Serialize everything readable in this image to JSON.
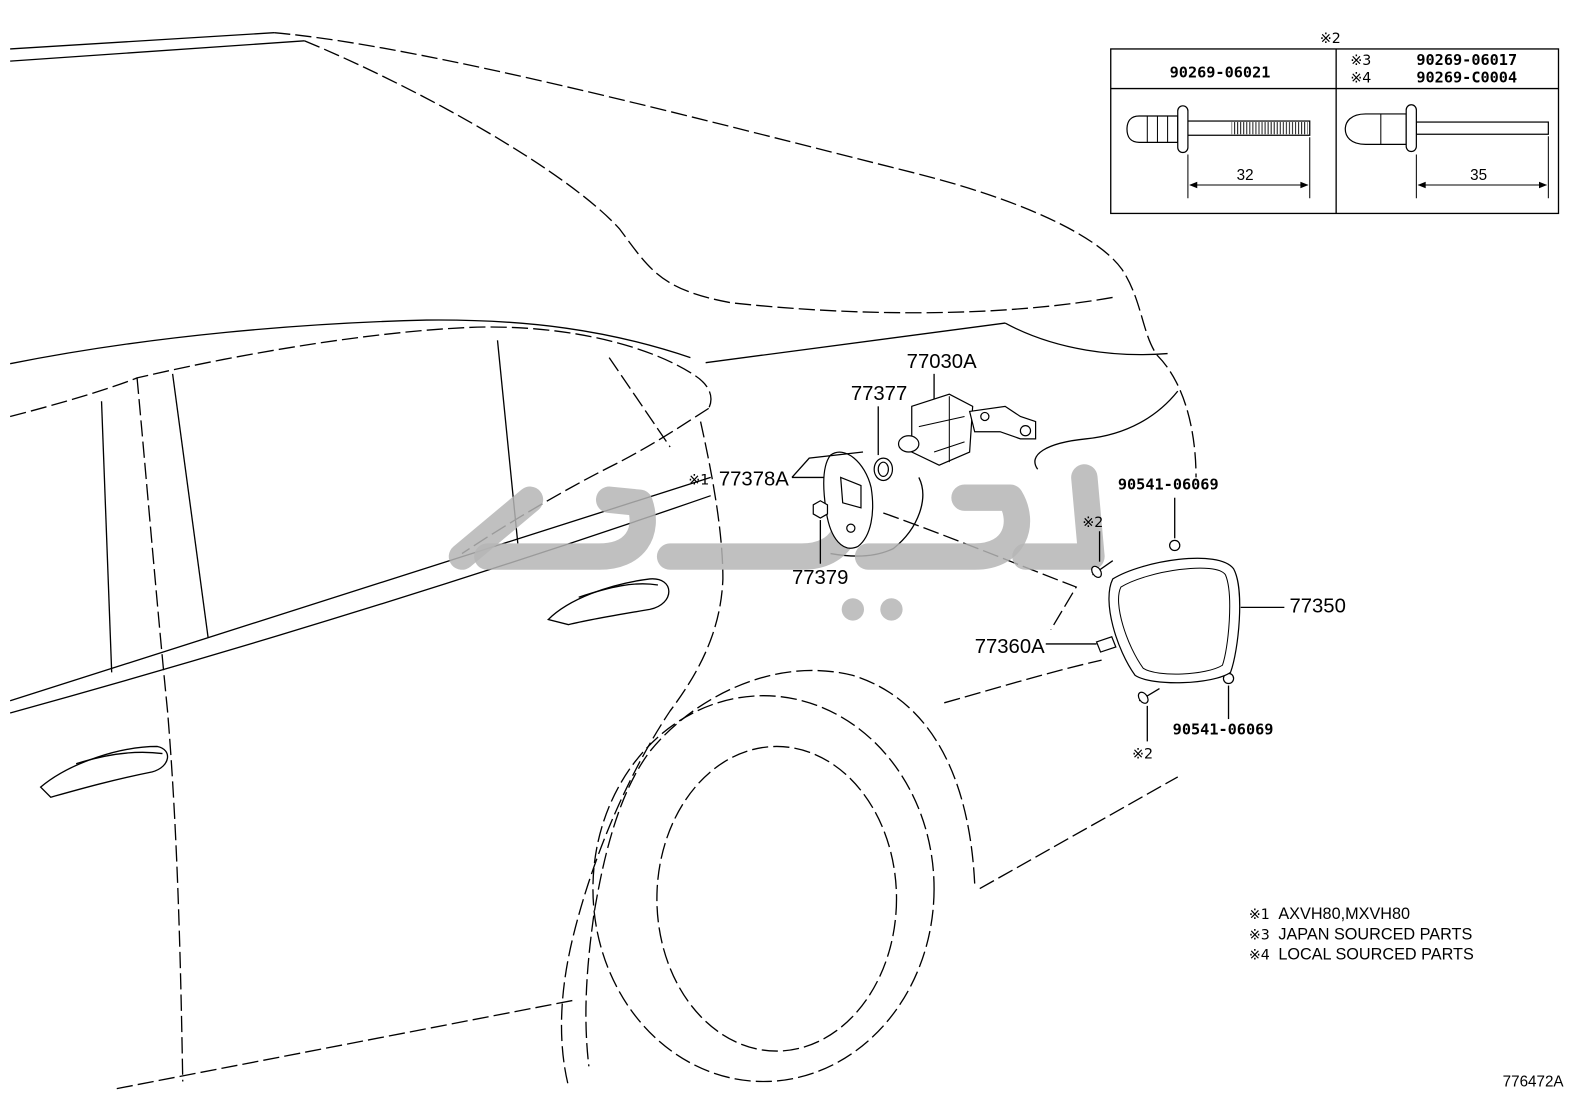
{
  "colors": {
    "line": "#000000",
    "background": "#ffffff",
    "watermark": "#b5b5b5"
  },
  "rivet_table": {
    "note_mark": "※2",
    "left": {
      "part_number": "90269-06021",
      "length": "32"
    },
    "right": {
      "variants": [
        {
          "mark": "※3",
          "part_number": "90269-06017"
        },
        {
          "mark": "※4",
          "part_number": "90269-C0004"
        }
      ],
      "length": "35"
    }
  },
  "callouts": {
    "c77030a": "77030A",
    "c77377": "77377",
    "c77378a_mark": "※1",
    "c77378a": "77378A",
    "c77379": "77379",
    "c90541_upper": "90541-06069",
    "clip_upper_mark": "※2",
    "c77350": "77350",
    "c77360a": "77360A",
    "c90541_lower": "90541-06069",
    "clip_lower_mark": "※2"
  },
  "legend": [
    {
      "mark": "※1",
      "text": "AXVH80,MXVH80"
    },
    {
      "mark": "※3",
      "text": "JAPAN SOURCED PARTS"
    },
    {
      "mark": "※4",
      "text": "LOCAL SOURCED PARTS"
    }
  ],
  "drawing_number": "776472A"
}
